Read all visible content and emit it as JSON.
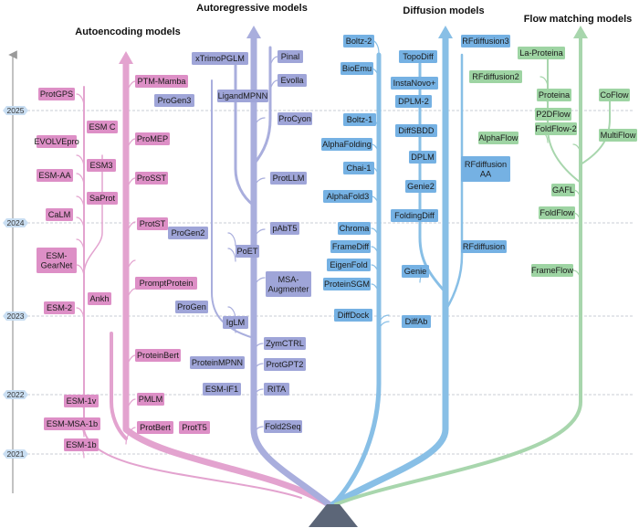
{
  "headings": {
    "autoencoding": "Autoencoding models",
    "autoregressive": "Autoregressive models",
    "diffusion": "Diffusion models",
    "flow": "Flow matching models"
  },
  "years": [
    "2025",
    "2024",
    "2023",
    "2022",
    "2021"
  ],
  "colors": {
    "autoencoding": {
      "branch": "#e3a3cf",
      "box": "#dd8fc6"
    },
    "autoregressive": {
      "branch": "#a9aedd",
      "box": "#9fa5d8"
    },
    "diffusion": {
      "branch": "#88bfe6",
      "box": "#75b1e3"
    },
    "flow": {
      "branch": "#a8d6ad",
      "box": "#9ed4a3"
    },
    "root": "#5c6678",
    "year_marker": "#c9def2",
    "axis": "#9a9a9a"
  },
  "autoencoding_models": [
    "PTM-Mamba",
    "ProtGPS",
    "ProMEP",
    "ESM C",
    "EVOLVEpro",
    "ESM3",
    "ProSST",
    "ESM-AA",
    "SaProt",
    "CaLM",
    "ProtST",
    "ESM-GearNet",
    "PromptProtein",
    "ESM-2",
    "Ankh",
    "ProteinBert",
    "PMLM",
    "ESM-1v",
    "ESM-MSA-1b",
    "ProtBert",
    "ProtT5",
    "ESM-1b"
  ],
  "autoregressive_models": [
    "xTrimoPGLM",
    "Pinal",
    "LigandMPNN",
    "ProGen3",
    "Evolla",
    "ProCyon",
    "ProtLLM",
    "ProGen2",
    "pAbT5",
    "PoET",
    "MSA-Augmenter",
    "ProGen",
    "IgLM",
    "ZymCTRL",
    "ProteinMPNN",
    "ProtGPT2",
    "ESM-IF1",
    "RITA",
    "Fold2Seq"
  ],
  "diffusion_models": [
    "Boltz-2",
    "TopoDiff",
    "RFdiffusion3",
    "BioEmu",
    "InstaNovo+",
    "DPLM-2",
    "Boltz-1",
    "DiffSBDD",
    "AlphaFolding",
    "DPLM",
    "Chai-1",
    "RFdiffusion AA",
    "AlphaFold3",
    "Genie2",
    "FoldingDiff",
    "Chroma",
    "FrameDiff",
    "RFdiffusion",
    "EigenFold",
    "ProteinSGM",
    "Genie",
    "DiffDock",
    "DiffAb"
  ],
  "flow_matching_models": [
    "La-Proteina",
    "RFdiffusion2",
    "Proteina",
    "CoFlow",
    "P2DFlow",
    "FoldFlow-2",
    "AlphaFlow",
    "MultiFlow",
    "GAFL",
    "FoldFlow",
    "FrameFlow"
  ]
}
